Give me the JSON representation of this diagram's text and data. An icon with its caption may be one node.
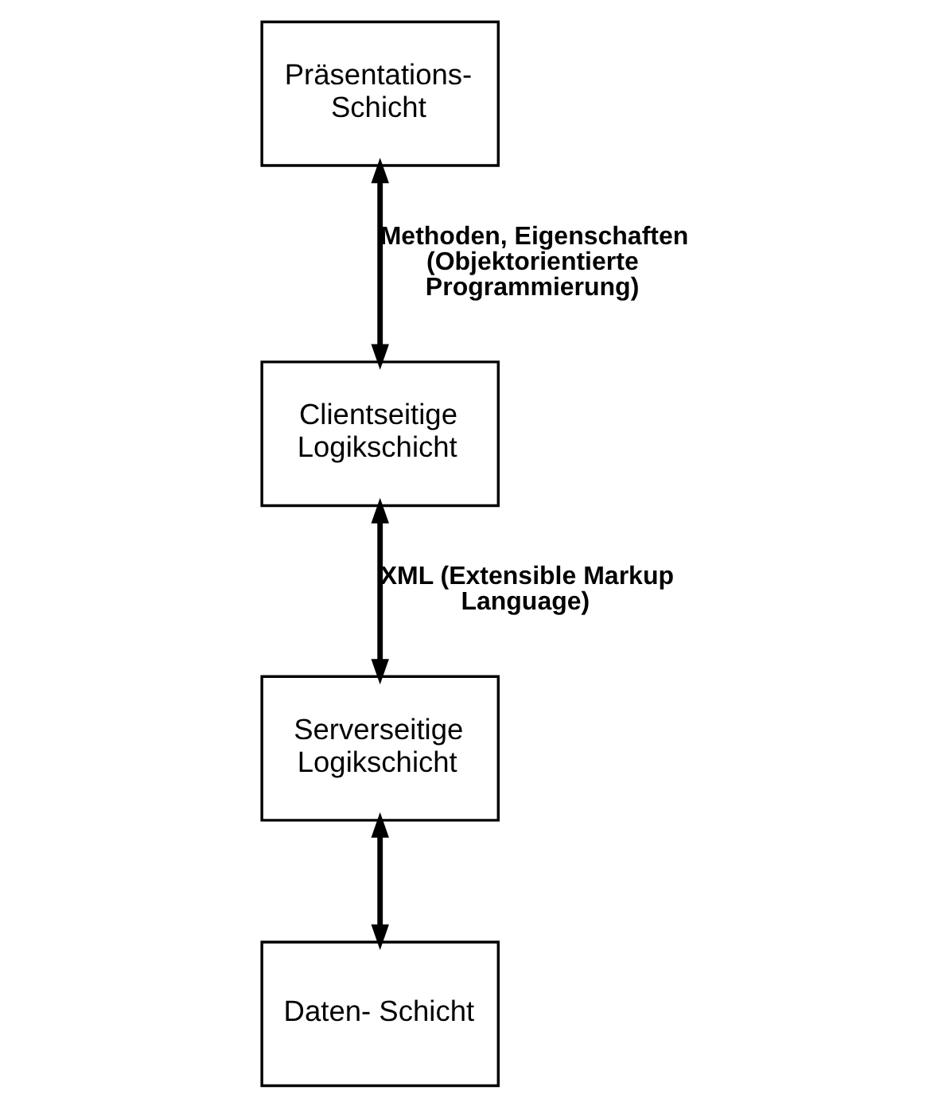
{
  "diagram": {
    "nodes": [
      {
        "text": [
          "Präsentations- Schicht"
        ]
      },
      {
        "text": [
          "Clientseitige Logikschicht"
        ]
      },
      {
        "text": [
          "Serverseitige Logikschicht"
        ]
      },
      {
        "text": [
          "Daten- Schicht"
        ]
      }
    ],
    "edges": [
      {
        "from": 0,
        "to": 1,
        "arrow": "both",
        "label": "Methoden, Eigenschaften (Objektorientierte Programmierung)"
      },
      {
        "from": 1,
        "to": 2,
        "arrow": "both",
        "label": "XML (Extensible Markup Language)"
      },
      {
        "from": 2,
        "to": 3,
        "arrow": "both"
      }
    ]
  }
}
